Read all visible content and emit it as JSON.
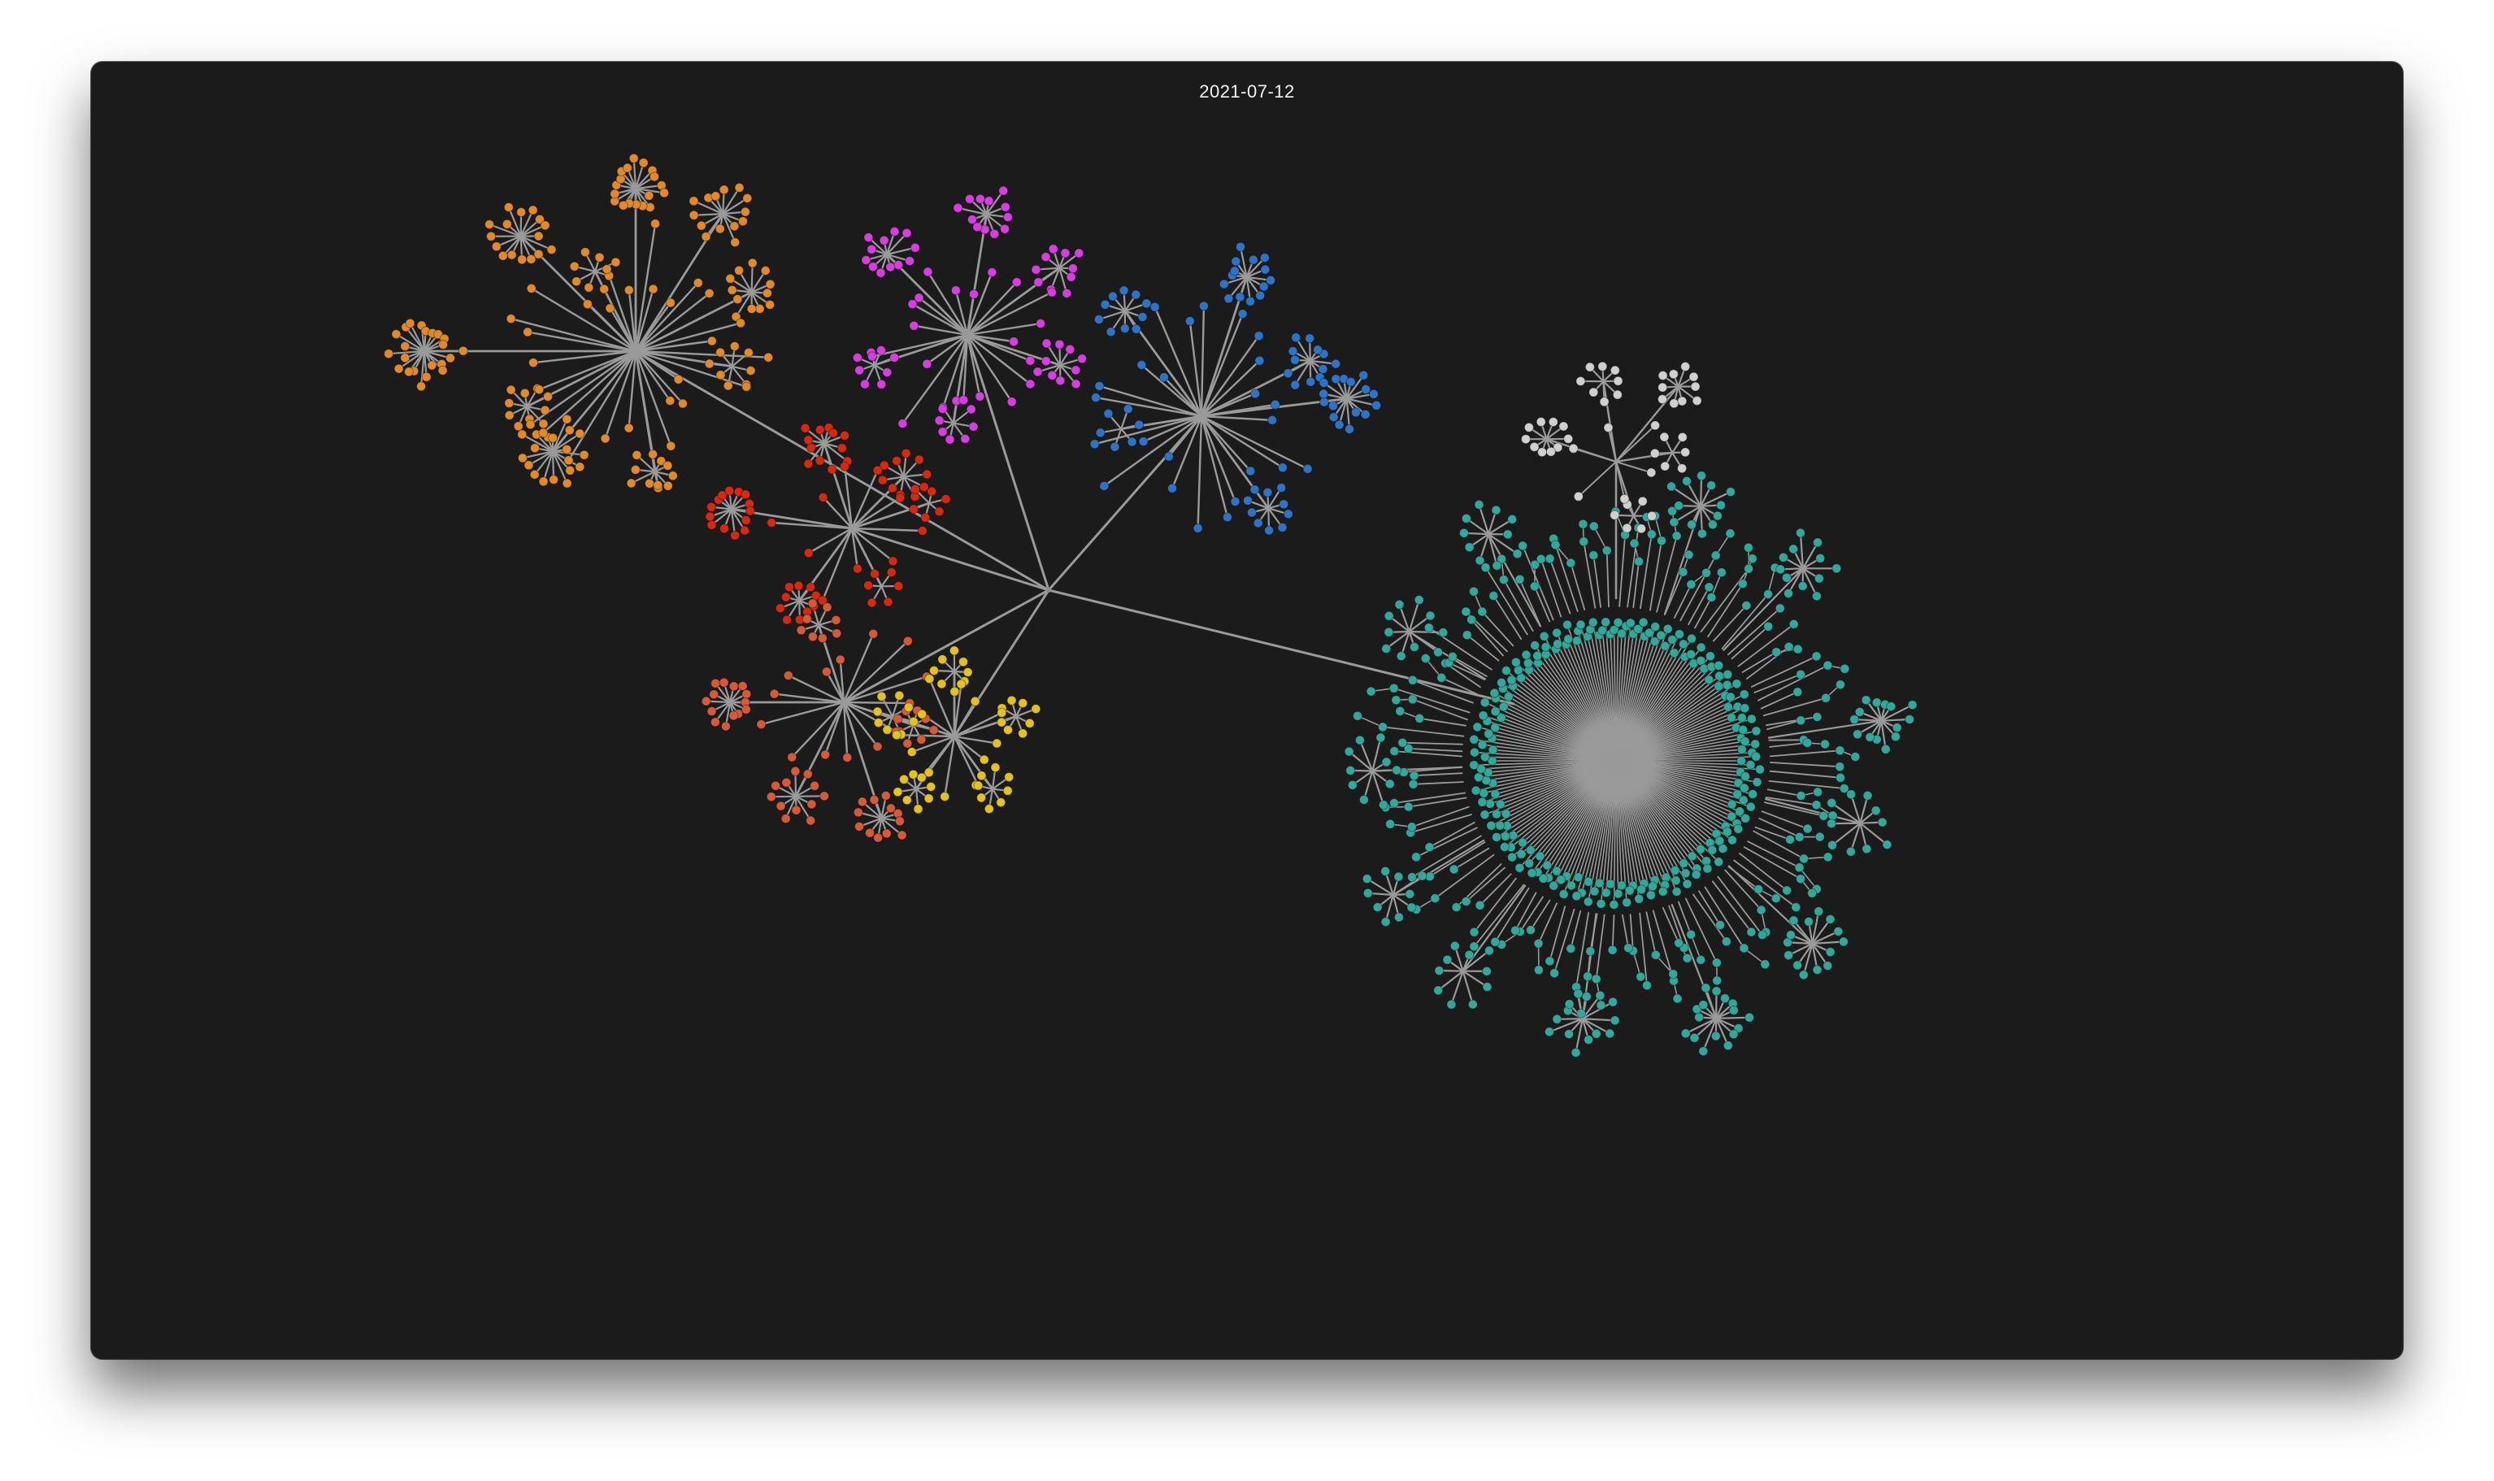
{
  "window": {
    "title": "2021-07-12",
    "background": "#1b1b1b"
  },
  "graph": {
    "edge_color": "#9a9a9a",
    "center_color": "#8a8a8a",
    "clusters": [
      {
        "name": "orange",
        "color": "#e08a2c"
      },
      {
        "name": "magenta",
        "color": "#d63ee0"
      },
      {
        "name": "blue",
        "color": "#2f73c4"
      },
      {
        "name": "red",
        "color": "#d52a12"
      },
      {
        "name": "coral",
        "color": "#d55a3a"
      },
      {
        "name": "yellow",
        "color": "#e3c21e"
      },
      {
        "name": "teal",
        "color": "#33a898"
      },
      {
        "name": "white",
        "color": "#d0d0d0"
      }
    ]
  }
}
